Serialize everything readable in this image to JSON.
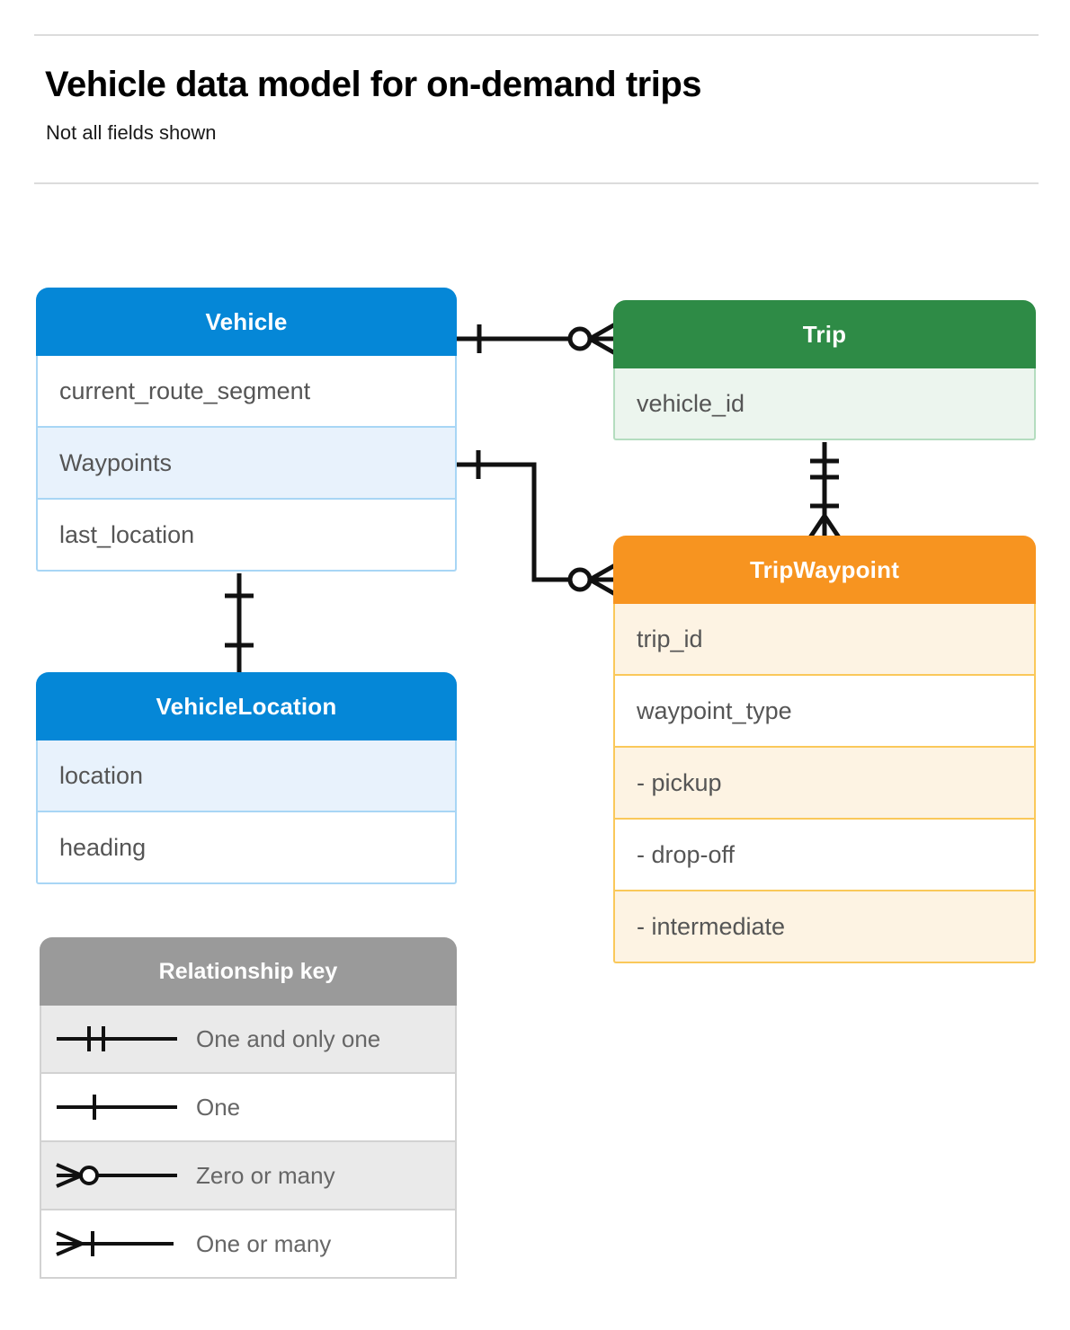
{
  "header": {
    "title": "Vehicle data model for on-demand trips",
    "subtitle": "Not all fields shown"
  },
  "colors": {
    "blue": "#0587d7",
    "blue_tint": "#e8f2fc",
    "blue_border": "#a8d6f5",
    "green": "#2e8b46",
    "green_tint": "#ecf5ee",
    "green_border": "#b4ddbf",
    "orange": "#f79420",
    "orange_tint": "#fdf3e3",
    "orange_border": "#fac85a",
    "gray": "#9a9a9a",
    "gray_tint": "#eaeaea",
    "line": "#111111",
    "text": "#555555",
    "rule": "#dcdcdc"
  },
  "entities": {
    "vehicle": {
      "name": "Vehicle",
      "color": "blue",
      "fields": [
        {
          "label": "current_route_segment",
          "highlighted": false
        },
        {
          "label": "Waypoints",
          "highlighted": true
        },
        {
          "label": "last_location",
          "highlighted": false
        }
      ]
    },
    "trip": {
      "name": "Trip",
      "color": "green",
      "fields": [
        {
          "label": "vehicle_id",
          "highlighted": true
        }
      ]
    },
    "tripwaypoint": {
      "name": "TripWaypoint",
      "color": "orange",
      "fields": [
        {
          "label": "trip_id",
          "highlighted": true
        },
        {
          "label": "waypoint_type",
          "highlighted": false
        },
        {
          "label": "-  pickup",
          "highlighted": true
        },
        {
          "label": "-  drop-off",
          "highlighted": false
        },
        {
          "label": "-  intermediate",
          "highlighted": true
        }
      ]
    },
    "vehiclelocation": {
      "name": "VehicleLocation",
      "color": "blue",
      "fields": [
        {
          "label": "location",
          "highlighted": true
        },
        {
          "label": "heading",
          "highlighted": false
        }
      ]
    }
  },
  "legend": {
    "title": "Relationship key",
    "rows": [
      {
        "symbol": "one-and-only-one",
        "label": "One and only one"
      },
      {
        "symbol": "one",
        "label": "One"
      },
      {
        "symbol": "zero-or-many",
        "label": "Zero or many"
      },
      {
        "symbol": "one-or-many",
        "label": "One or many"
      }
    ]
  },
  "relationships": [
    {
      "id": "vehicle-to-trip",
      "from": "Vehicle",
      "to": "Trip",
      "from_cardinality": "one",
      "to_cardinality": "zero-or-many"
    },
    {
      "id": "vehicle-waypoints-to-tripwaypoint",
      "from": "Vehicle.Waypoints",
      "to": "TripWaypoint",
      "from_cardinality": "one",
      "to_cardinality": "zero-or-many"
    },
    {
      "id": "trip-to-tripwaypoint",
      "from": "Trip",
      "to": "TripWaypoint",
      "from_cardinality": "one-and-only-one",
      "to_cardinality": "one-or-many"
    },
    {
      "id": "vehicle-to-vehiclelocation",
      "from": "Vehicle",
      "to": "VehicleLocation",
      "from_cardinality": "one",
      "to_cardinality": "one"
    }
  ]
}
